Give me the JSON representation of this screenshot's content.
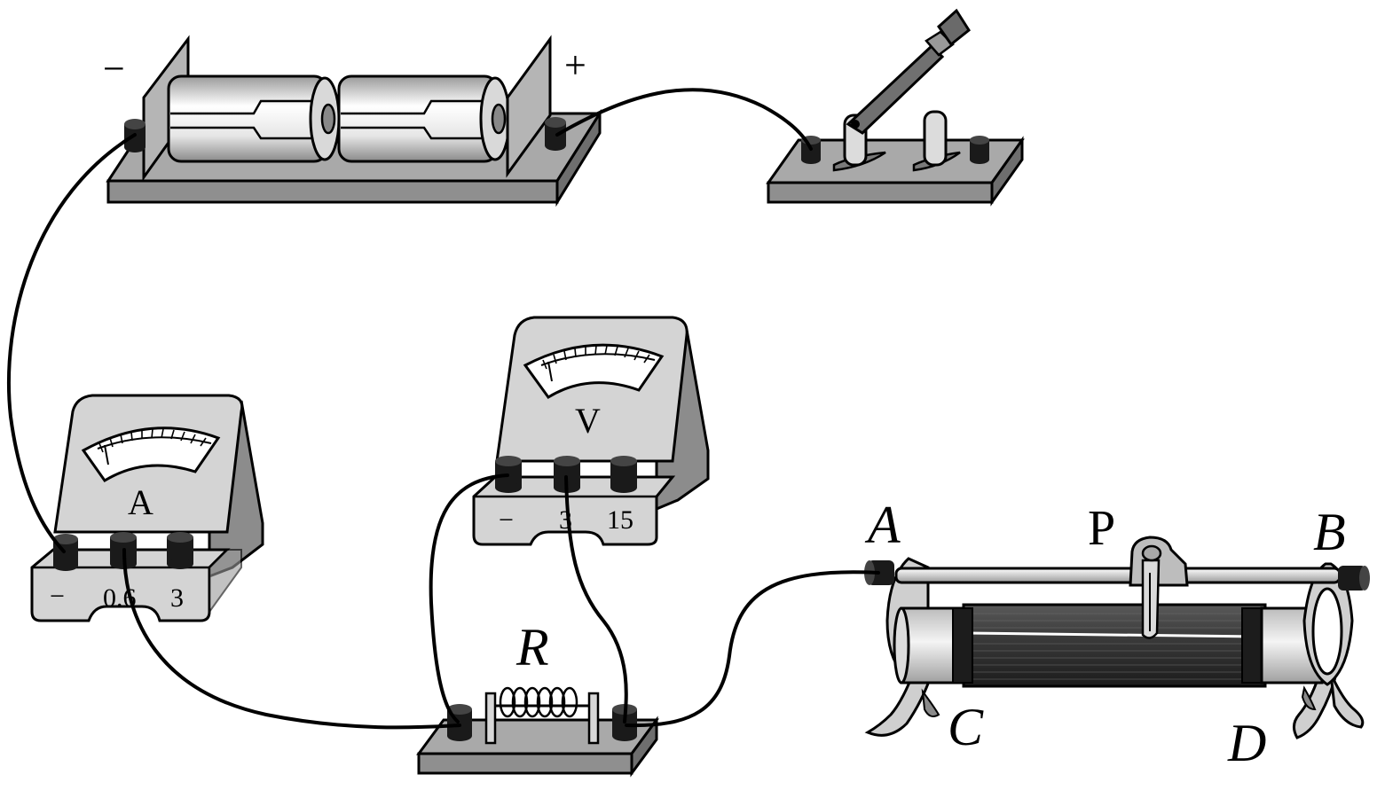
{
  "battery": {
    "minus_label": "−",
    "plus_label": "+"
  },
  "ammeter": {
    "symbol": "A",
    "terminals": [
      "−",
      "0.6",
      "3"
    ]
  },
  "voltmeter": {
    "symbol": "V",
    "terminals": [
      "−",
      "3",
      "15"
    ]
  },
  "resistor": {
    "label": "R"
  },
  "rheostat": {
    "terminal_a": "A",
    "terminal_b": "B",
    "terminal_c": "C",
    "terminal_d": "D",
    "slider": "P"
  },
  "colors": {
    "base": "#a9a9a9",
    "base_dark": "#7a7a7a",
    "meter_body": "#d4d4d4",
    "meter_side": "#8c8c8c",
    "wire": "#000000",
    "post": "#1a1a1a"
  }
}
